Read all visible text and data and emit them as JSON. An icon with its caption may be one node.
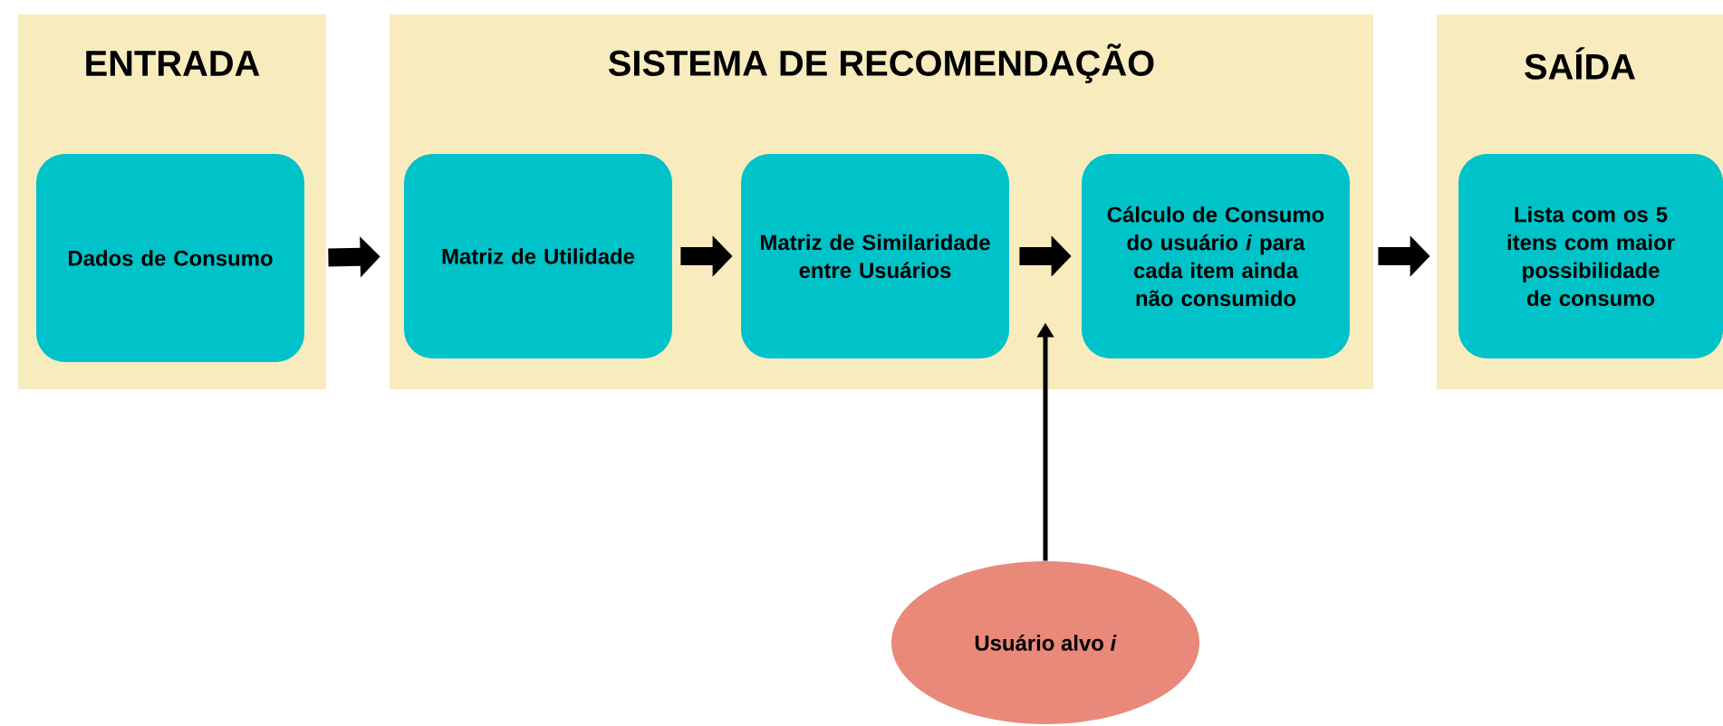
{
  "diagram": {
    "nodes": [
      {
        "text": [
          "ENTRADA"
        ]
      },
      {
        "text": [
          "Dados de Consumo"
        ],
        "in": 0
      },
      {
        "text": [
          "SISTEMA DE RECOMENDAÇÃO"
        ]
      },
      {
        "text": [
          "Matriz de Utilidade"
        ],
        "in": 2
      },
      {
        "text": [
          "Matriz de Similaridade entre Usuários"
        ],
        "in": 2
      },
      {
        "text": [
          "Cálculo de Consumo do usuário *i* para cada item ainda não consumido"
        ],
        "in": 2
      },
      {
        "text": [
          "SAÍDA"
        ]
      },
      {
        "text": [
          "Lista com os 5 itens com maior possibilidade de consumo"
        ],
        "in": 6
      },
      {
        "text": [
          "Usuário alvo *i*"
        ]
      }
    ],
    "edges": [
      {
        "from": 1,
        "to": 3,
        "arrow": "to"
      },
      {
        "from": 3,
        "to": 4,
        "arrow": "to"
      },
      {
        "from": 4,
        "to": 5,
        "arrow": "to"
      },
      {
        "from": 5,
        "to": 7,
        "arrow": "to"
      },
      {
        "from": 8,
        "to": 5,
        "arrow": "to"
      }
    ]
  }
}
